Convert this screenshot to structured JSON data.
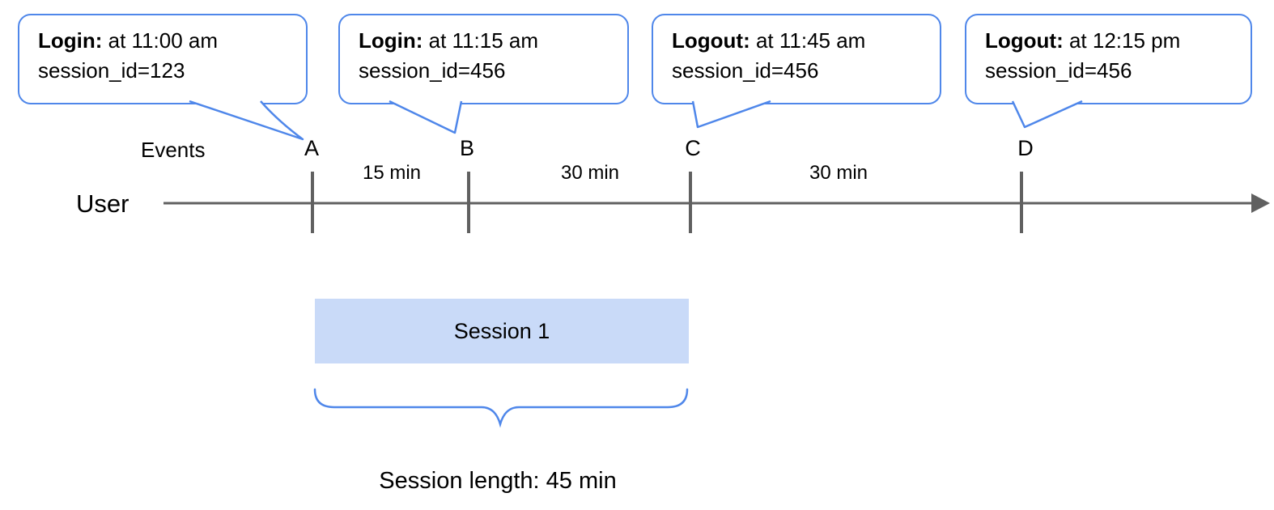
{
  "callouts": [
    {
      "event": "Login:",
      "detail": " at 11:00 am",
      "session": "session_id=123"
    },
    {
      "event": "Login:",
      "detail": " at 11:15 am",
      "session": "session_id=456"
    },
    {
      "event": "Logout:",
      "detail": " at 11:45 am",
      "session": "session_id=456"
    },
    {
      "event": "Logout:",
      "detail": " at 12:15 pm",
      "session": "session_id=456"
    }
  ],
  "timeline": {
    "events_label": "Events",
    "user_label": "User",
    "markers": [
      {
        "label": "A"
      },
      {
        "label": "B"
      },
      {
        "label": "C"
      },
      {
        "label": "D"
      }
    ],
    "intervals": [
      {
        "label": "15 min"
      },
      {
        "label": "30 min"
      },
      {
        "label": "30 min"
      }
    ]
  },
  "session": {
    "box_label": "Session 1",
    "length_label": "Session length: 45 min"
  },
  "colors": {
    "accent_blue": "#4f87ea",
    "session_fill": "#c9daf8",
    "axis_gray": "#606060"
  }
}
